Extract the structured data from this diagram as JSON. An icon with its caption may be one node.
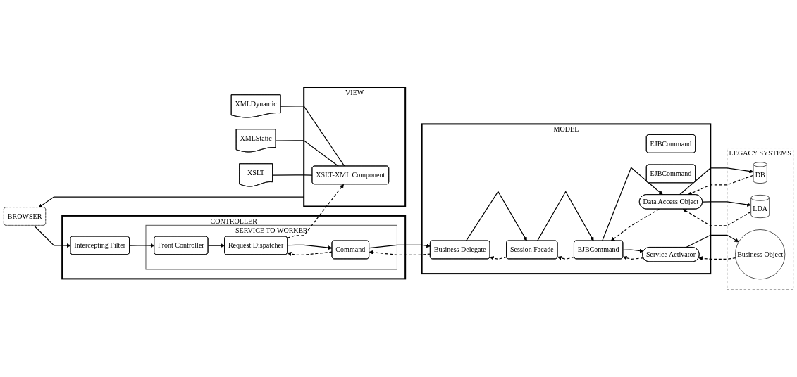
{
  "diagram": {
    "nodes": [
      {
        "text": [
          "BROWSER"
        ]
      },
      {
        "text": [
          "CONTROLLER"
        ]
      },
      {
        "text": [
          "Intercepting Filter"
        ],
        "in": 1
      },
      {
        "text": [
          "SERVICE TO WORKER"
        ],
        "in": 1
      },
      {
        "text": [
          "Front Controller"
        ],
        "in": 3
      },
      {
        "text": [
          "Command"
        ],
        "in": 3
      },
      {
        "text": [
          "Request Dispatcher"
        ],
        "in": 3
      },
      {
        "text": [
          "VIEW"
        ]
      },
      {
        "text": [
          "XSLT-XML Component"
        ],
        "in": 7
      },
      {
        "text": [
          "XMLDynamic"
        ]
      },
      {
        "text": [
          "XMLStatic"
        ]
      },
      {
        "text": [
          "XSLT"
        ]
      },
      {
        "text": [
          "MODEL"
        ]
      },
      {
        "text": [
          "Business Delegate"
        ],
        "in": 12
      },
      {
        "text": [
          "Session Facade"
        ],
        "in": 12
      },
      {
        "text": [
          "EJBCommand"
        ],
        "in": 12
      },
      {
        "text": [
          "EJBCommand"
        ],
        "in": 12
      },
      {
        "text": [
          "EJBCommand"
        ],
        "in": 12
      },
      {
        "text": [
          "Service Activator"
        ],
        "in": 12
      },
      {
        "text": [
          "Data Access Object"
        ],
        "in": 12
      },
      {
        "text": [
          "LEGACY SYSTEMS"
        ]
      },
      {
        "text": [
          "DB"
        ],
        "in": 20
      },
      {
        "text": [
          "LDA"
        ],
        "in": 20
      },
      {
        "text": [
          "Business Object"
        ],
        "in": 20
      }
    ],
    "edges": [
      {
        "from": 0,
        "to": 2,
        "arrow": "to"
      },
      {
        "from": 2,
        "to": 4,
        "arrow": "to"
      },
      {
        "from": 4,
        "to": 6,
        "arrow": "to"
      },
      {
        "from": 6,
        "to": 5,
        "arrow": "to"
      },
      {
        "from": 5,
        "to": 6,
        "arrow": "to",
        "style": "dashed"
      },
      {
        "from": 5,
        "to": 13,
        "arrow": "to"
      },
      {
        "from": 13,
        "to": 5,
        "arrow": "to",
        "style": "dashed"
      },
      {
        "from": 13,
        "to": 14,
        "arrow": "to"
      },
      {
        "from": 14,
        "to": 13,
        "arrow": "to",
        "style": "dashed"
      },
      {
        "from": 14,
        "to": 17,
        "arrow": "to"
      },
      {
        "from": 17,
        "to": 14,
        "arrow": "to",
        "style": "dashed"
      },
      {
        "from": 17,
        "to": 18,
        "arrow": "to"
      },
      {
        "from": 18,
        "to": 17,
        "arrow": "to",
        "style": "dashed"
      },
      {
        "from": 19,
        "to": 17,
        "arrow": "to",
        "style": "dashed"
      },
      {
        "from": 17,
        "to": 19,
        "arrow": "to"
      },
      {
        "from": 6,
        "to": 8,
        "arrow": "to",
        "style": "dashed"
      },
      {
        "from": 7,
        "to": 0,
        "arrow": "to"
      },
      {
        "from": 9,
        "to": 8,
        "arrow": "none"
      },
      {
        "from": 10,
        "to": 8,
        "arrow": "none"
      },
      {
        "from": 11,
        "to": 8,
        "arrow": "none"
      },
      {
        "from": 19,
        "to": 21,
        "arrow": "to"
      },
      {
        "from": 21,
        "to": 19,
        "arrow": "to",
        "style": "dashed"
      },
      {
        "from": 19,
        "to": 22,
        "arrow": "to"
      },
      {
        "from": 22,
        "to": 19,
        "arrow": "to",
        "style": "dashed"
      },
      {
        "from": 18,
        "to": 23,
        "arrow": "to"
      },
      {
        "from": 23,
        "to": 18,
        "arrow": "to",
        "style": "dashed"
      }
    ]
  }
}
